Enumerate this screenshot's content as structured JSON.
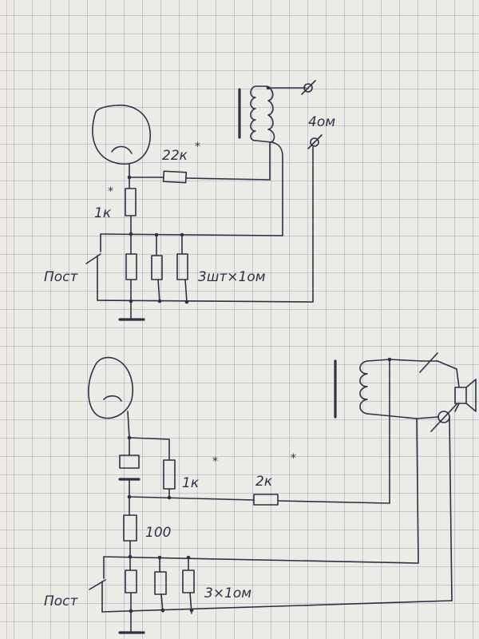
{
  "circuit_top": {
    "r1_label": "22к",
    "r2_label": "1к",
    "star": "*",
    "speaker_label": "4ом",
    "pot_label": "Пост",
    "load_label": "3шт×1ом",
    "terminal_mark": "∅"
  },
  "circuit_bottom": {
    "r1_label": "1к",
    "r2_label": "2к",
    "r3_label": "100",
    "star": "*",
    "pot_label": "Пост",
    "load_label": "3×1ом"
  },
  "colors": {
    "ink": "#2c3147",
    "paper": "#ecebe6",
    "grid": "#8794b0"
  }
}
